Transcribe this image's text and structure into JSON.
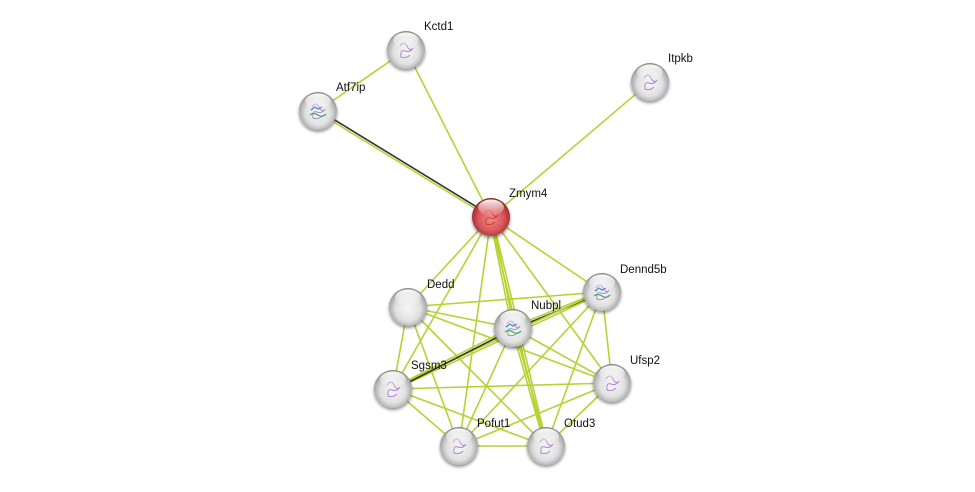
{
  "diagram": {
    "type": "protein-interaction-network",
    "query_node": "Zmym4",
    "colors": {
      "query_node": "#d9474b",
      "default_node": "#e2e2e2",
      "edge_textmining": "#b5d334",
      "edge_coexpression": "#333333",
      "label": "#111111",
      "structure_purple": "#a46ad1"
    },
    "nodes": [
      {
        "id": "Kctd1",
        "label": "Kctd1",
        "query": false,
        "structure": "purple"
      },
      {
        "id": "Atf7ip",
        "label": "Atf7ip",
        "query": false,
        "structure": "multicolor"
      },
      {
        "id": "Itpkb",
        "label": "Itpkb",
        "query": false,
        "structure": "purple"
      },
      {
        "id": "Zmym4",
        "label": "Zmym4",
        "query": true,
        "structure": "trace"
      },
      {
        "id": "Dedd",
        "label": "Dedd",
        "query": false,
        "structure": "none"
      },
      {
        "id": "Dennd5b",
        "label": "Dennd5b",
        "query": false,
        "structure": "multicolor"
      },
      {
        "id": "Nubpl",
        "label": "Nubpl",
        "query": false,
        "structure": "multicolor"
      },
      {
        "id": "Sgsm3",
        "label": "Sgsm3",
        "query": false,
        "structure": "purple"
      },
      {
        "id": "Ufsp2",
        "label": "Ufsp2",
        "query": false,
        "structure": "purple"
      },
      {
        "id": "Pofut1",
        "label": "Pofut1",
        "query": false,
        "structure": "purple"
      },
      {
        "id": "Otud3",
        "label": "Otud3",
        "query": false,
        "structure": "purple"
      }
    ],
    "edges": [
      {
        "source": "Kctd1",
        "target": "Atf7ip",
        "kinds": [
          "textmining"
        ]
      },
      {
        "source": "Kctd1",
        "target": "Zmym4",
        "kinds": [
          "textmining"
        ]
      },
      {
        "source": "Atf7ip",
        "target": "Zmym4",
        "kinds": [
          "coexpression",
          "textmining"
        ]
      },
      {
        "source": "Itpkb",
        "target": "Zmym4",
        "kinds": [
          "textmining"
        ]
      },
      {
        "source": "Zmym4",
        "target": "Dedd",
        "kinds": [
          "textmining"
        ]
      },
      {
        "source": "Zmym4",
        "target": "Sgsm3",
        "kinds": [
          "textmining"
        ]
      },
      {
        "source": "Zmym4",
        "target": "Pofut1",
        "kinds": [
          "textmining"
        ]
      },
      {
        "source": "Zmym4",
        "target": "Nubpl",
        "kinds": [
          "textmining",
          "textmining"
        ]
      },
      {
        "source": "Zmym4",
        "target": "Otud3",
        "kinds": [
          "textmining",
          "textmining"
        ]
      },
      {
        "source": "Zmym4",
        "target": "Ufsp2",
        "kinds": [
          "textmining"
        ]
      },
      {
        "source": "Zmym4",
        "target": "Dennd5b",
        "kinds": [
          "textmining"
        ]
      },
      {
        "source": "Dedd",
        "target": "Dennd5b",
        "kinds": [
          "textmining"
        ]
      },
      {
        "source": "Dedd",
        "target": "Nubpl",
        "kinds": [
          "textmining"
        ]
      },
      {
        "source": "Dedd",
        "target": "Sgsm3",
        "kinds": [
          "textmining"
        ]
      },
      {
        "source": "Dedd",
        "target": "Ufsp2",
        "kinds": [
          "textmining"
        ]
      },
      {
        "source": "Dedd",
        "target": "Pofut1",
        "kinds": [
          "textmining"
        ]
      },
      {
        "source": "Dedd",
        "target": "Otud3",
        "kinds": [
          "textmining"
        ]
      },
      {
        "source": "Dennd5b",
        "target": "Nubpl",
        "kinds": [
          "coexpression",
          "textmining"
        ]
      },
      {
        "source": "Dennd5b",
        "target": "Sgsm3",
        "kinds": [
          "textmining",
          "textmining"
        ]
      },
      {
        "source": "Dennd5b",
        "target": "Ufsp2",
        "kinds": [
          "textmining"
        ]
      },
      {
        "source": "Dennd5b",
        "target": "Pofut1",
        "kinds": [
          "textmining"
        ]
      },
      {
        "source": "Dennd5b",
        "target": "Otud3",
        "kinds": [
          "textmining"
        ]
      },
      {
        "source": "Nubpl",
        "target": "Sgsm3",
        "kinds": [
          "coexpression",
          "textmining"
        ]
      },
      {
        "source": "Nubpl",
        "target": "Ufsp2",
        "kinds": [
          "textmining"
        ]
      },
      {
        "source": "Nubpl",
        "target": "Pofut1",
        "kinds": [
          "textmining"
        ]
      },
      {
        "source": "Nubpl",
        "target": "Otud3",
        "kinds": [
          "textmining",
          "textmining"
        ]
      },
      {
        "source": "Sgsm3",
        "target": "Ufsp2",
        "kinds": [
          "textmining"
        ]
      },
      {
        "source": "Sgsm3",
        "target": "Pofut1",
        "kinds": [
          "textmining"
        ]
      },
      {
        "source": "Sgsm3",
        "target": "Otud3",
        "kinds": [
          "textmining"
        ]
      },
      {
        "source": "Ufsp2",
        "target": "Pofut1",
        "kinds": [
          "textmining"
        ]
      },
      {
        "source": "Ufsp2",
        "target": "Otud3",
        "kinds": [
          "textmining"
        ]
      },
      {
        "source": "Pofut1",
        "target": "Otud3",
        "kinds": [
          "textmining"
        ]
      }
    ]
  }
}
